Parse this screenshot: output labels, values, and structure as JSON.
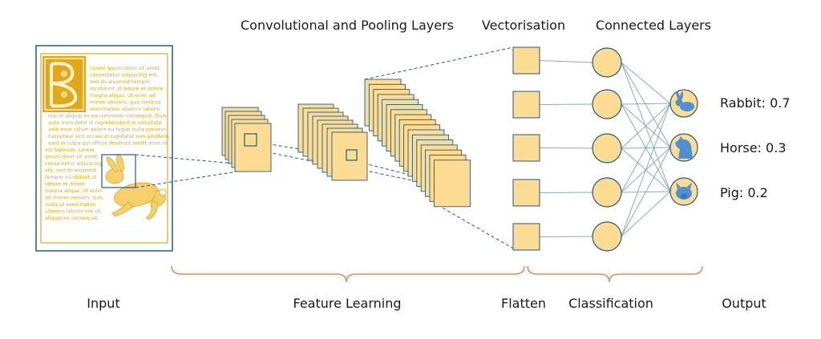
{
  "headings": {
    "conv": "Convolutional and Pooling Layers",
    "vector": "Vectorisation",
    "connected": "Connected Layers"
  },
  "stages": {
    "input": "Input",
    "feature": "Feature Learning",
    "flatten": "Flatten",
    "classification": "Classification",
    "output": "Output"
  },
  "outputs": [
    {
      "label": "Rabbit: 0.7",
      "icon": "rabbit-icon"
    },
    {
      "label": "Horse: 0.3",
      "icon": "horse-icon"
    },
    {
      "label": "Pig: 0.2",
      "icon": "pig-icon"
    }
  ],
  "document_text": [
    "Lorem ipsum dolor sit amet,",
    "consectetur adipiscing elit,",
    "sed do eiusmod tempor",
    "incididunt ut labore et dolore",
    "magna aliqua. Ut enim ad",
    "minim veniam, quis nostrud",
    "exercitation ullamco laboris",
    "nisi ut aliquip ex ea commodo consequat. Duis",
    "aute irure dolor in reprehenderit in voluptate",
    "velit esse cillum dolore eu fugiat nulla pariatur.",
    "Excepteur sint occaecat cupidatat non proident,",
    "sunt in culpa qui officia deserunt mollit anim id",
    "est laborum. Lorem",
    "ipsum dolor sit amet,",
    "consectetur adipiscing",
    "elit, sed do eiusmod",
    "tempor incididunt ut",
    "labore et dolore",
    "magna aliqua. Ut enim",
    "ad minim veniam, quis",
    "nostrud exercitation",
    "ullamco laboris nisi ut",
    "aliquip ex consequat."
  ],
  "colors": {
    "fill": "#fbdc92",
    "stroke": "#1f5a8a",
    "icon": "#4f8fd4",
    "brace": "#e8895a",
    "gold": "#e0a81a",
    "edge": "#8aa8c4"
  }
}
